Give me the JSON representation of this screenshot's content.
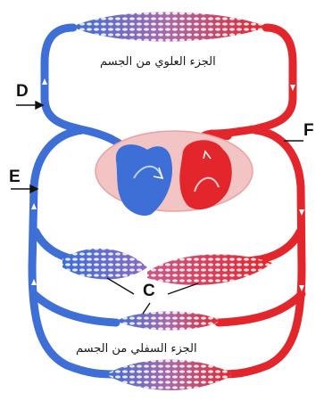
{
  "regions": {
    "upper_body": "الجزء العلوي من الجسم",
    "lower_body": "الجزء السفلي من الجسم"
  },
  "labels": {
    "c": "C",
    "d": "D",
    "e": "E",
    "f": "F"
  },
  "colors": {
    "oxygenated": "#e3262c",
    "deoxygenated": "#3d6fd6",
    "capillary_mix": "#b06aa8",
    "heart_background": "#f3c4c4"
  }
}
